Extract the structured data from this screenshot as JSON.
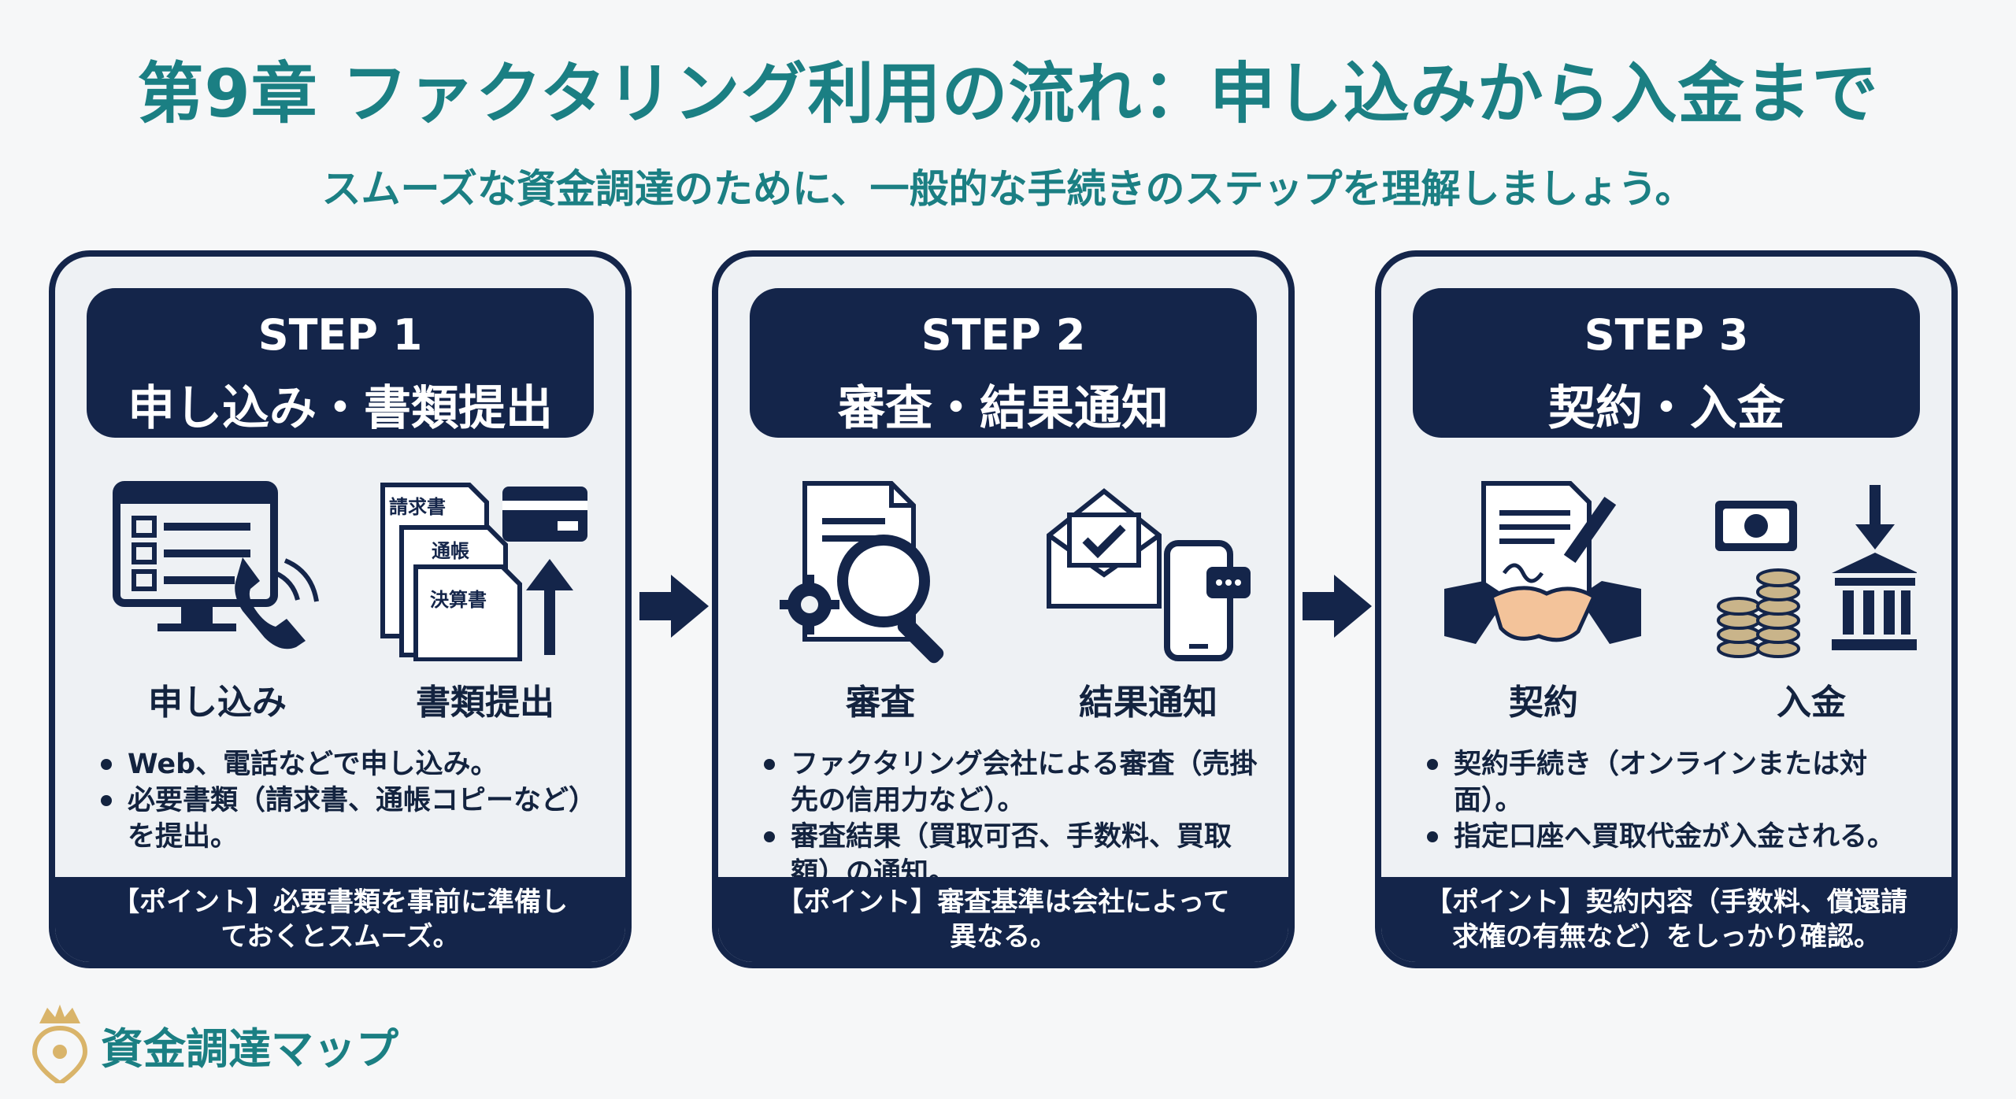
{
  "title": "第9章 ファクタリング利用の流れ：申し込みから入金まで",
  "subtitle": "スムーズな資金調達のために、一般的な手続きのステップを理解しましょう。",
  "steps": [
    {
      "step": "STEP 1",
      "title": "申し込み・書類提出",
      "left_label": "申し込み",
      "right_label": "書類提出",
      "doc_labels": [
        "請求書",
        "通帳",
        "決算書"
      ],
      "bullets": [
        "Web、電話などで申し込み。",
        "必要書類（請求書、通帳コピーなど）を提出。"
      ],
      "point": "【ポイント】必要書類を事前に準備しておくとスムーズ。"
    },
    {
      "step": "STEP 2",
      "title": "審査・結果通知",
      "left_label": "審査",
      "right_label": "結果通知",
      "bullets": [
        "ファクタリング会社による審査（売掛先の信用力など）。",
        "審査結果（買取可否、手数料、買取額）の通知。"
      ],
      "point": "【ポイント】審査基準は会社によって異なる。"
    },
    {
      "step": "STEP 3",
      "title": "契約・入金",
      "left_label": "契約",
      "right_label": "入金",
      "bullets": [
        "契約手続き（オンラインまたは対面）。",
        "指定口座へ買取代金が入金される。"
      ],
      "point": "【ポイント】契約内容（手数料、償還請求権の有無など）をしっかり確認。"
    }
  ],
  "footer": {
    "brand": "資金調達マップ"
  },
  "colors": {
    "navy": "#14254a",
    "teal": "#1b7f83",
    "card_bg": "#eef1f4",
    "gold": "#d9b46a"
  }
}
